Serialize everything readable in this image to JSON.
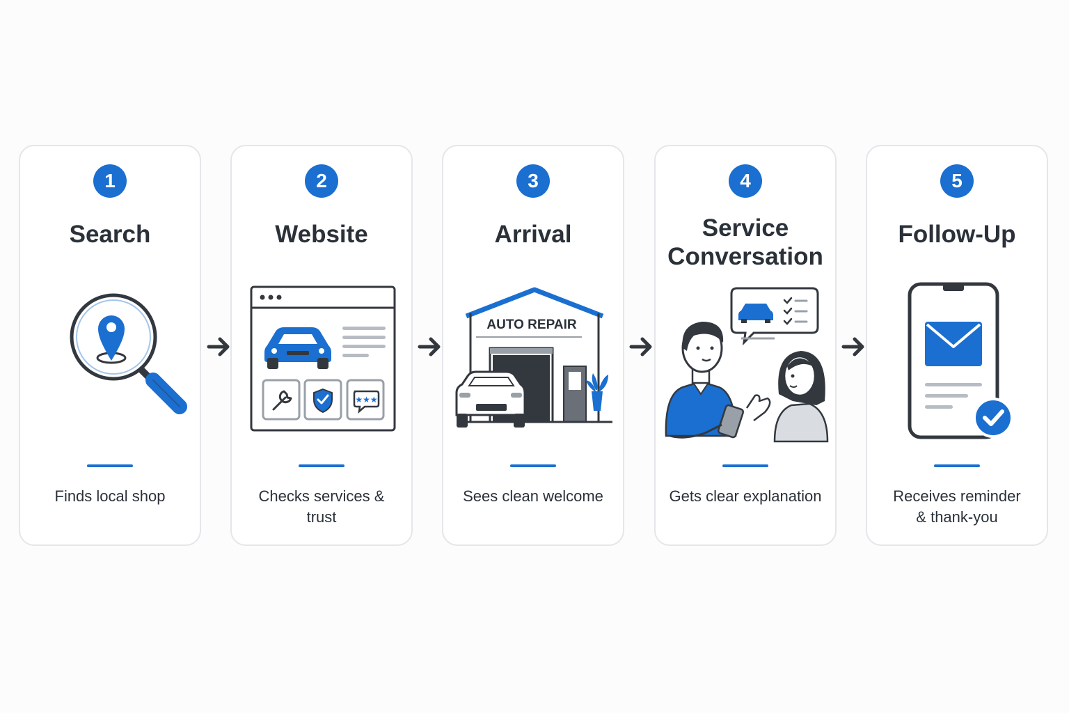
{
  "steps": [
    {
      "number": "1",
      "title": "Search",
      "caption": "Finds local shop",
      "icon": "magnifier-location-icon"
    },
    {
      "number": "2",
      "title": "Website",
      "caption": "Checks services & trust",
      "icon": "website-browser-icon"
    },
    {
      "number": "3",
      "title": "Arrival",
      "caption": "Sees clean welcome",
      "icon": "auto-repair-shop-icon",
      "sign_text": "AUTO REPAIR"
    },
    {
      "number": "4",
      "title": "Service\nConversation",
      "caption": "Gets clear explanation",
      "icon": "service-conversation-icon"
    },
    {
      "number": "5",
      "title": "Follow-Up",
      "caption": "Receives reminder\n& thank-you",
      "icon": "phone-message-icon"
    }
  ],
  "colors": {
    "accent": "#1a6fd0",
    "text": "#2b3139",
    "outline": "#33383f",
    "card_border": "#e4e6ea"
  }
}
